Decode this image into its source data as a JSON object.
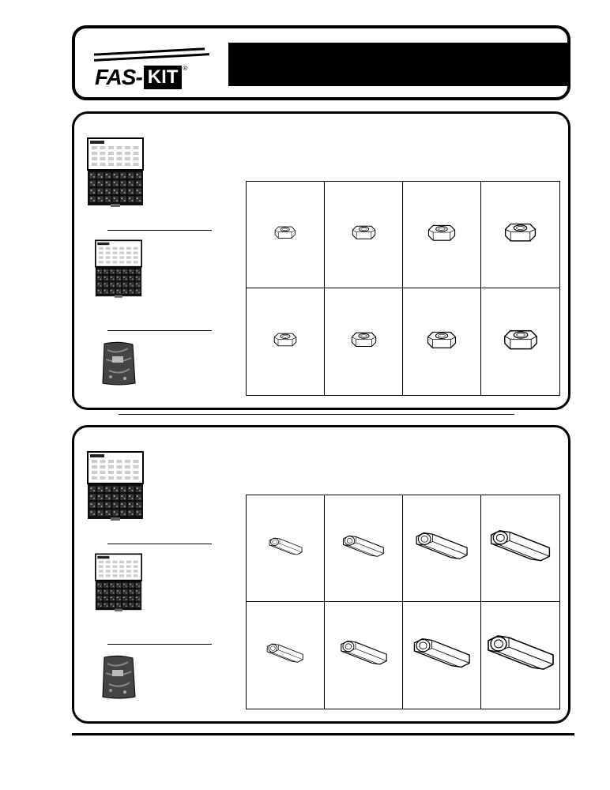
{
  "brand": {
    "fas": "FAS-",
    "kit": "KIT",
    "reg": "®"
  },
  "sections": [
    {
      "id": "hex-nuts",
      "images": [
        "large-kit-cabinet",
        "small-kit-cabinet",
        "refill-bag"
      ],
      "grid_items": [
        {
          "icon": "hex-nut-icon",
          "scale": 0.55
        },
        {
          "icon": "hex-nut-icon",
          "scale": 0.62
        },
        {
          "icon": "hex-nut-icon",
          "scale": 0.72
        },
        {
          "icon": "hex-nut-icon",
          "scale": 0.82
        },
        {
          "icon": "hex-nut-icon",
          "scale": 0.6
        },
        {
          "icon": "hex-nut-icon",
          "scale": 0.66
        },
        {
          "icon": "hex-nut-icon",
          "scale": 0.76
        },
        {
          "icon": "hex-nut-icon",
          "scale": 0.88
        }
      ]
    },
    {
      "id": "coupling-nuts",
      "images": [
        "large-kit-cabinet",
        "small-kit-cabinet",
        "refill-bag"
      ],
      "grid_items": [
        {
          "icon": "coupling-nut-icon",
          "scale": 0.5
        },
        {
          "icon": "coupling-nut-icon",
          "scale": 0.62
        },
        {
          "icon": "coupling-nut-icon",
          "scale": 0.78
        },
        {
          "icon": "coupling-nut-icon",
          "scale": 0.9
        },
        {
          "icon": "coupling-nut-icon",
          "scale": 0.55
        },
        {
          "icon": "coupling-nut-icon",
          "scale": 0.7
        },
        {
          "icon": "coupling-nut-icon",
          "scale": 0.85
        },
        {
          "icon": "coupling-nut-icon",
          "scale": 1.0
        }
      ]
    }
  ]
}
